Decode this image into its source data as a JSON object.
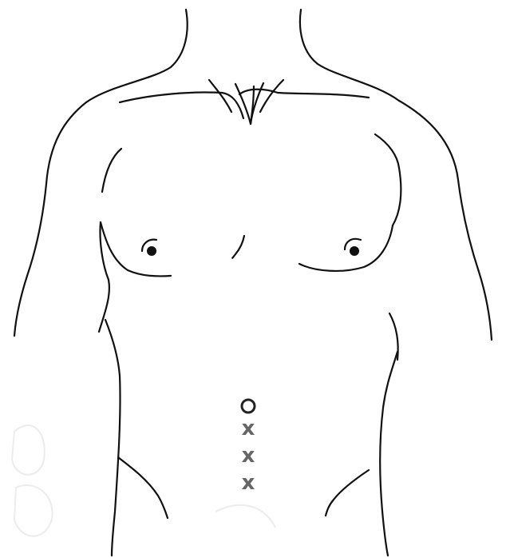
{
  "markers": [
    {
      "type": "circle",
      "label": ""
    },
    {
      "type": "cross",
      "label": "x"
    },
    {
      "type": "cross",
      "label": "x"
    },
    {
      "type": "cross",
      "label": "x"
    }
  ],
  "colors": {
    "background": "#ffffff",
    "outline": "#111111",
    "marker": "#666666",
    "circle_marker": "#222222"
  }
}
